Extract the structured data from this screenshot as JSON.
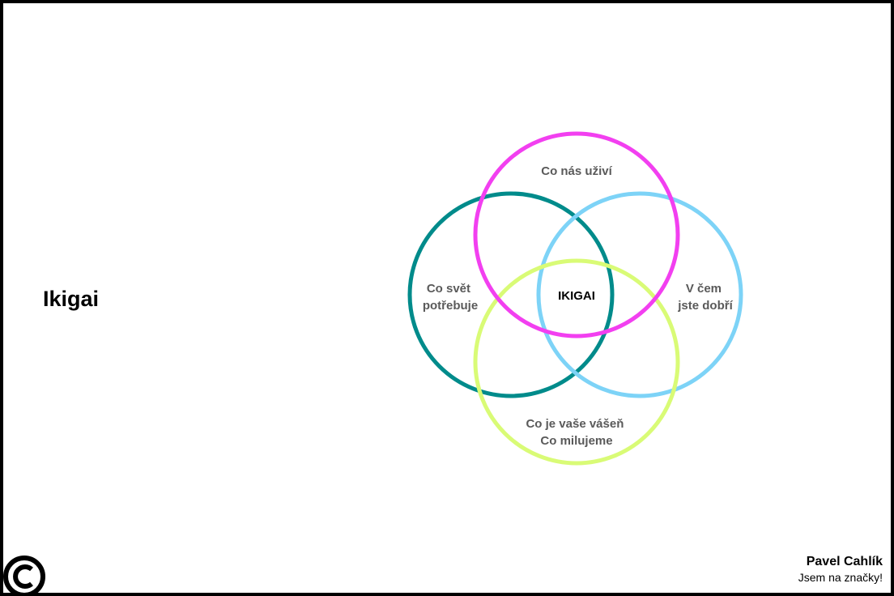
{
  "page": {
    "title": "Ikigai"
  },
  "diagram": {
    "center_label": "IKIGAI",
    "circles": [
      {
        "id": "top",
        "lines": [
          "Co nás uživí"
        ],
        "color": "#f23ff0"
      },
      {
        "id": "left",
        "lines": [
          "Co svět",
          "potřebuje"
        ],
        "color": "#008b8b"
      },
      {
        "id": "right",
        "lines": [
          "V čem",
          "jste dobří"
        ],
        "color": "#7dd3f7"
      },
      {
        "id": "bottom",
        "lines": [
          "Co je vaše vášeň",
          "Co milujeme"
        ],
        "color": "#d9fb76"
      }
    ]
  },
  "footer": {
    "author_name": "Pavel Cahlík",
    "author_tagline": "Jsem na značky!",
    "logo_icon": "copyright-icon"
  }
}
